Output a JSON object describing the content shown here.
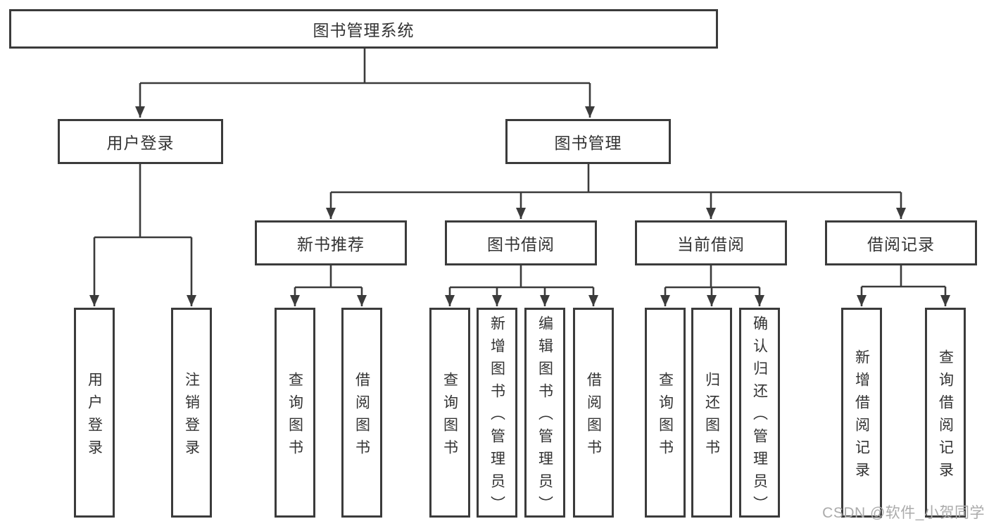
{
  "colors": {
    "line": "#3b3b3b",
    "text": "#333333",
    "watermark": "#ababab",
    "background": "#ffffff"
  },
  "watermark": {
    "text": "CSDN @软件_小贺同学"
  },
  "diagram": {
    "type": "tree",
    "title": "图书管理系统",
    "nodes": {
      "root": {
        "label": "图书管理系统"
      },
      "user_login": {
        "label": "用户登录"
      },
      "book_mgmt": {
        "label": "图书管理"
      },
      "login": {
        "label": "用户登录"
      },
      "logout": {
        "label": "注销登录"
      },
      "new_book_rec": {
        "label": "新书推荐"
      },
      "book_borrow": {
        "label": "图书借阅"
      },
      "current_borrow": {
        "label": "当前借阅"
      },
      "borrow_records": {
        "label": "借阅记录"
      },
      "rec_query": {
        "label": "查询图书"
      },
      "rec_borrow": {
        "label": "借阅图书"
      },
      "bb_query": {
        "label": "查询图书"
      },
      "bb_add": {
        "label": "新增图书（管理员）"
      },
      "bb_edit": {
        "label": "编辑图书（管理员）"
      },
      "bb_borrow": {
        "label": "借阅图书"
      },
      "cb_query": {
        "label": "查询图书"
      },
      "cb_return": {
        "label": "归还图书"
      },
      "cb_confirm": {
        "label": "确认归还（管理员）"
      },
      "br_add": {
        "label": "新增借阅记录"
      },
      "br_query": {
        "label": "查询借阅记录"
      }
    },
    "edges": [
      [
        "root",
        "user_login"
      ],
      [
        "root",
        "book_mgmt"
      ],
      [
        "user_login",
        "login"
      ],
      [
        "user_login",
        "logout"
      ],
      [
        "book_mgmt",
        "new_book_rec"
      ],
      [
        "book_mgmt",
        "book_borrow"
      ],
      [
        "book_mgmt",
        "current_borrow"
      ],
      [
        "book_mgmt",
        "borrow_records"
      ],
      [
        "new_book_rec",
        "rec_query"
      ],
      [
        "new_book_rec",
        "rec_borrow"
      ],
      [
        "book_borrow",
        "bb_query"
      ],
      [
        "book_borrow",
        "bb_add"
      ],
      [
        "book_borrow",
        "bb_edit"
      ],
      [
        "book_borrow",
        "bb_borrow"
      ],
      [
        "current_borrow",
        "cb_query"
      ],
      [
        "current_borrow",
        "cb_return"
      ],
      [
        "current_borrow",
        "cb_confirm"
      ],
      [
        "borrow_records",
        "br_add"
      ],
      [
        "borrow_records",
        "br_query"
      ]
    ]
  }
}
